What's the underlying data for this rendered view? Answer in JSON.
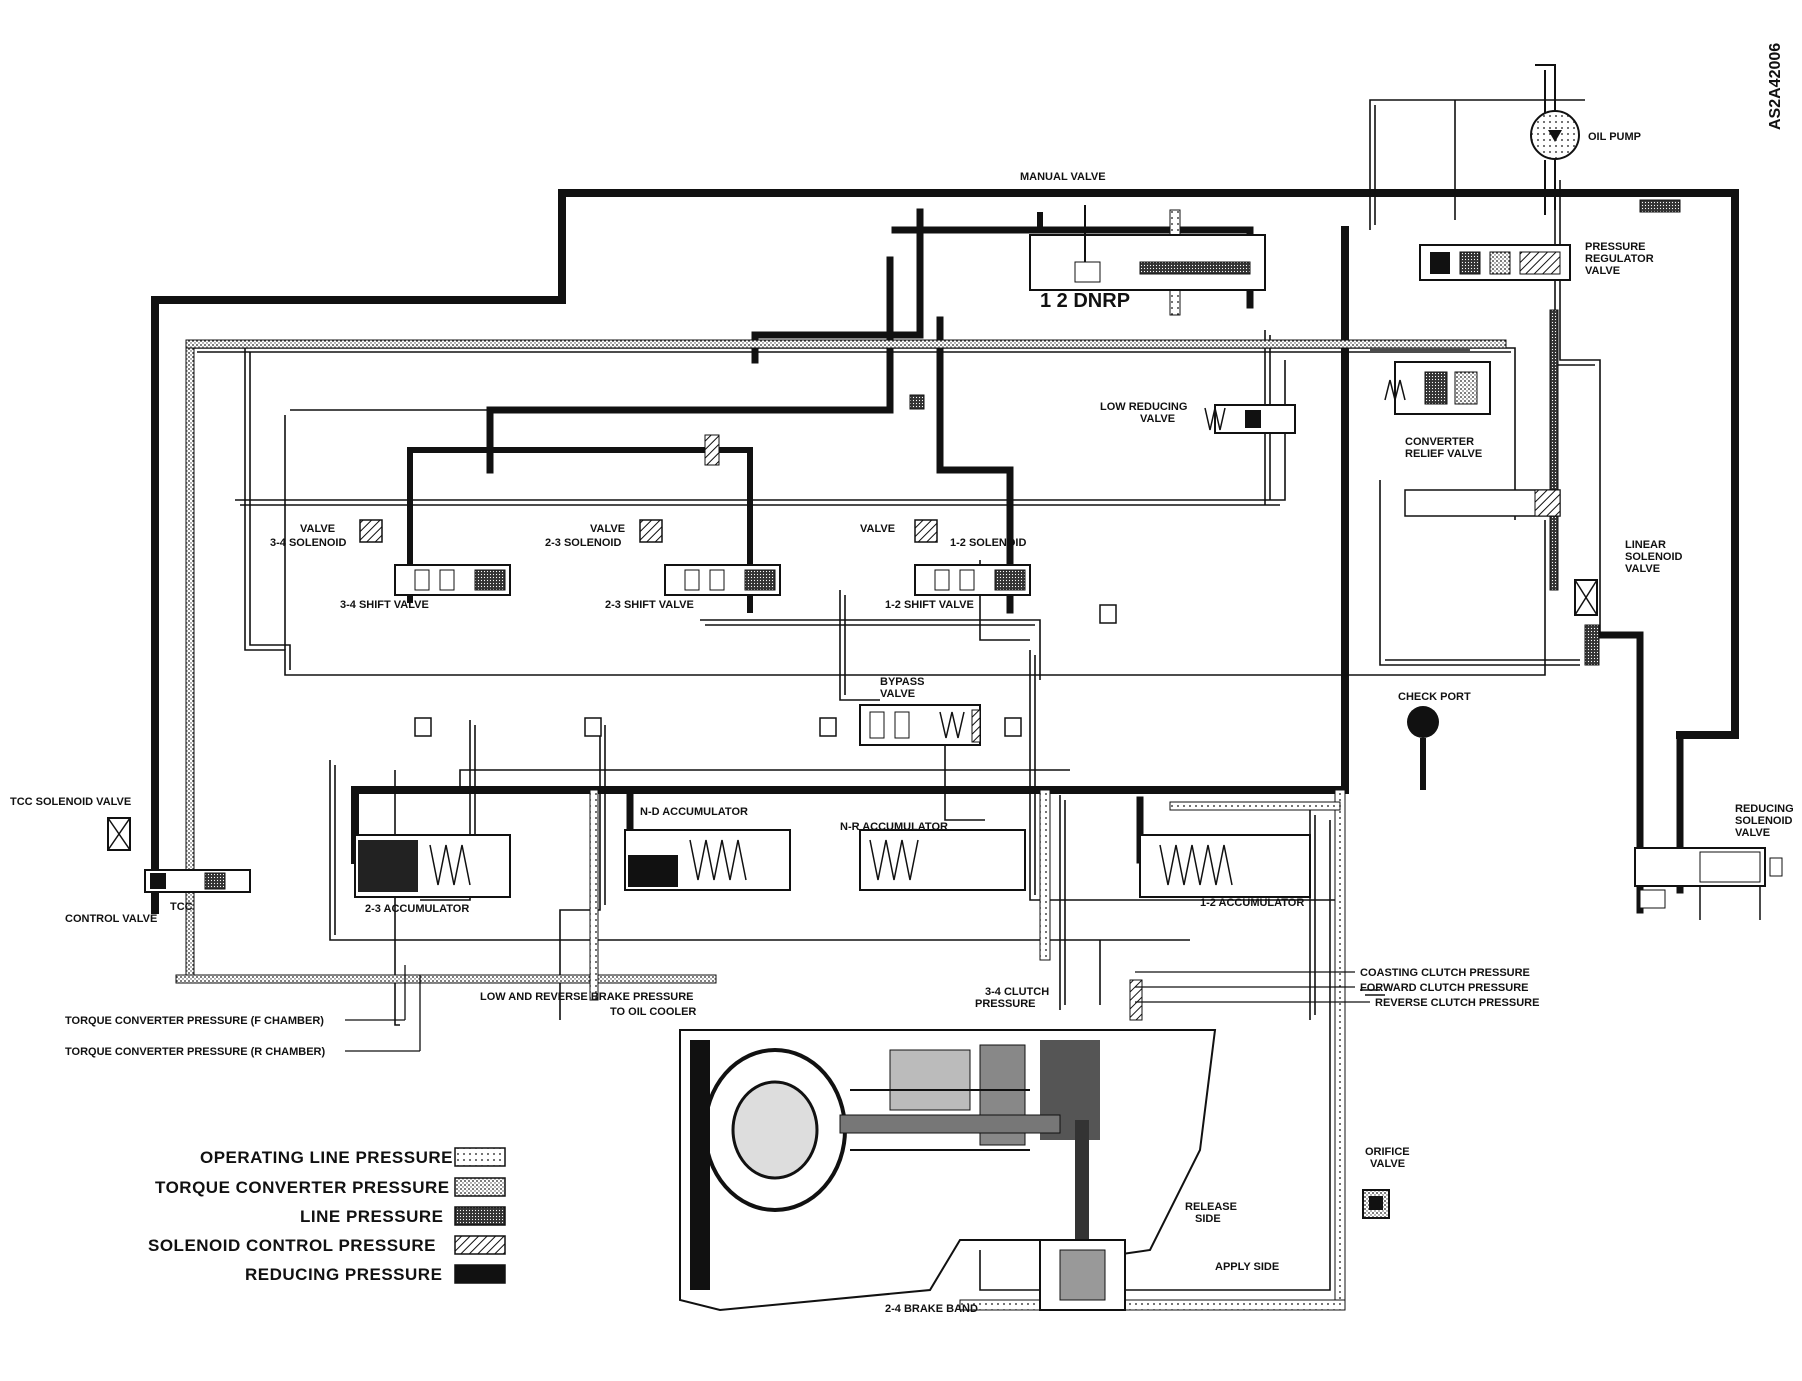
{
  "figure_id": "AS2A42006",
  "components": {
    "oil_pump": "OIL PUMP",
    "manual_valve": "MANUAL VALVE",
    "manual_positions": "1 2 DNRP",
    "pressure_regulator_valve": [
      "PRESSURE",
      "REGULATOR",
      "VALVE"
    ],
    "low_reducing_valve": [
      "LOW REDUCING",
      "VALVE"
    ],
    "converter_relief_valve": [
      "CONVERTER",
      "RELIEF VALVE"
    ],
    "linear_solenoid_valve": [
      "LINEAR",
      "SOLENOID",
      "VALVE"
    ],
    "reducing_solenoid_valve": [
      "REDUCING",
      "SOLENOID",
      "VALVE"
    ],
    "check_port": "CHECK PORT",
    "solenoid_12": [
      "1-2 SOLENOID",
      "VALVE"
    ],
    "solenoid_23": [
      "2-3 SOLENOID",
      "VALVE"
    ],
    "solenoid_34": [
      "3-4 SOLENOID",
      "VALVE"
    ],
    "shift_12": "1-2 SHIFT VALVE",
    "shift_23": "2-3 SHIFT VALVE",
    "shift_34": "3-4 SHIFT VALVE",
    "bypass_valve": [
      "BYPASS",
      "VALVE"
    ],
    "nd_accumulator": "N-D ACCUMULATOR",
    "nr_accumulator": "N-R ACCUMULATOR",
    "acc_12": "1-2 ACCUMULATOR",
    "acc_23": "2-3 ACCUMULATOR",
    "tcc_solenoid_valve": "TCC SOLENOID VALVE",
    "tcc_control_valve": [
      "TCC",
      "CONTROL VALVE"
    ],
    "orifice_valve": [
      "ORIFICE",
      "VALVE"
    ],
    "coasting_clutch": "COASTING CLUTCH PRESSURE",
    "forward_clutch": "FORWARD CLUTCH PRESSURE",
    "reverse_clutch": "REVERSE CLUTCH PRESSURE",
    "clutch_34": [
      "3-4 CLUTCH",
      "PRESSURE"
    ],
    "to_oil_cooler": "TO OIL COOLER",
    "low_reverse_brake": "LOW AND REVERSE BRAKE PRESSURE",
    "tc_pressure_f": "TORQUE CONVERTER PRESSURE (F CHAMBER)",
    "tc_pressure_r": "TORQUE CONVERTER PRESSURE (R CHAMBER)",
    "release_side": [
      "RELEASE",
      "SIDE"
    ],
    "apply_side": "APPLY SIDE",
    "brake_band": "2-4 BRAKE BAND"
  },
  "legend": [
    {
      "label": "OPERATING LINE PRESSURE",
      "pattern": "dots"
    },
    {
      "label": "TORQUE CONVERTER PRESSURE",
      "pattern": "stipple"
    },
    {
      "label": "LINE PRESSURE",
      "pattern": "dense"
    },
    {
      "label": "SOLENOID CONTROL PRESSURE",
      "pattern": "hatch"
    },
    {
      "label": "REDUCING PRESSURE",
      "pattern": "solid"
    }
  ],
  "colors": {
    "ink": "#111111",
    "paper": "#ffffff"
  }
}
